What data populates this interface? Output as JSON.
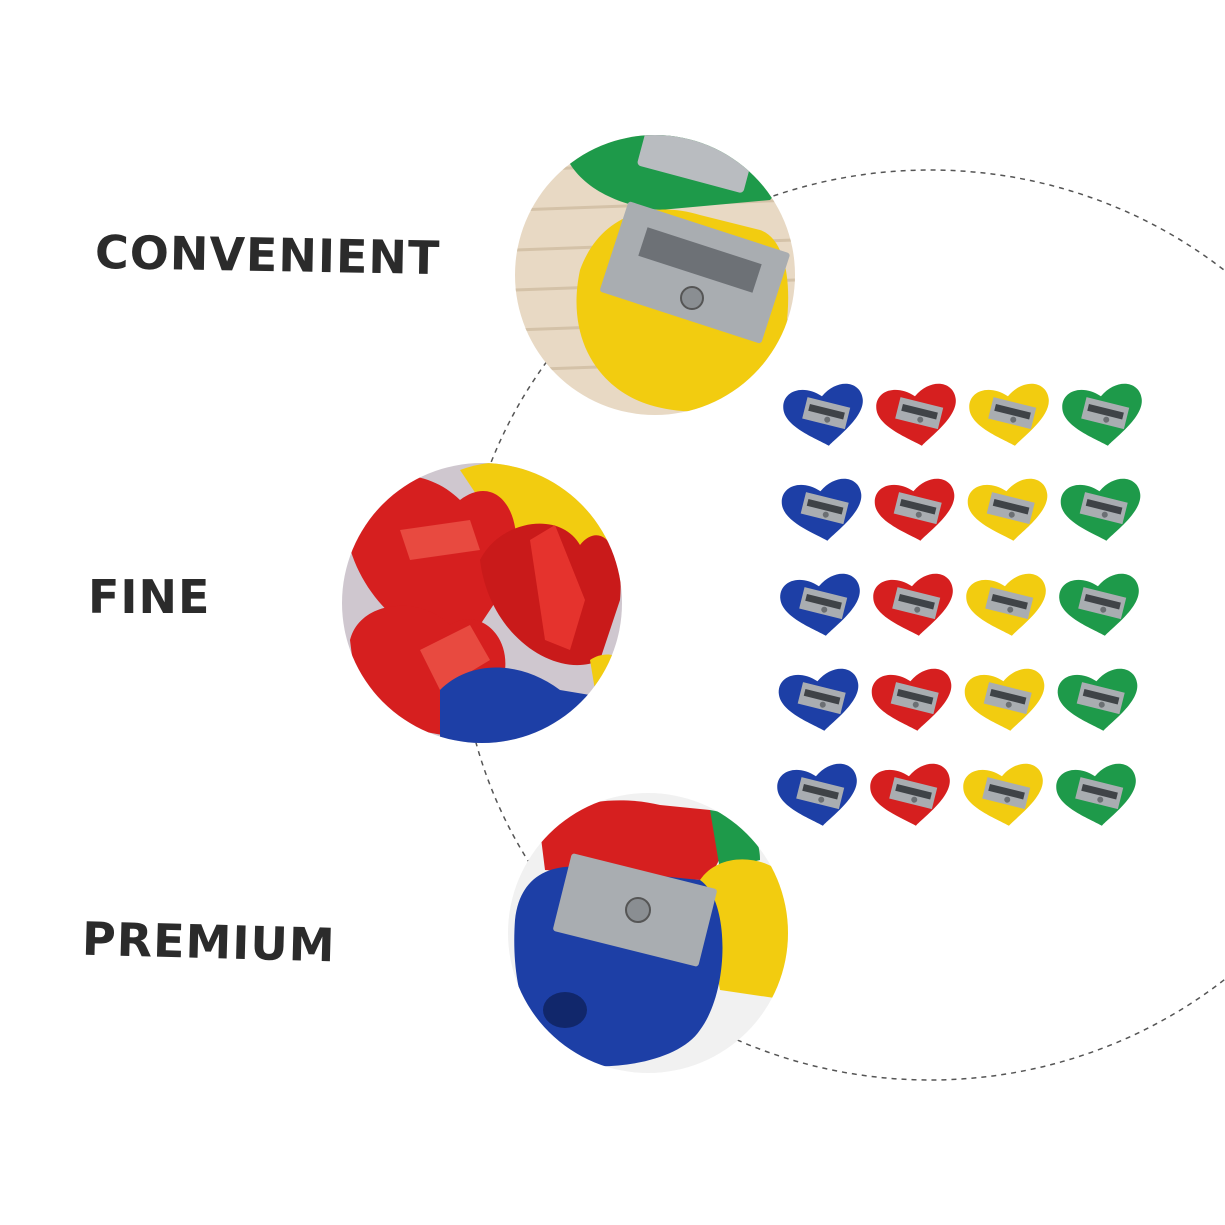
{
  "labels": {
    "convenient": "CONVENIENT",
    "fine": "FINE",
    "premium": "PREMIUM"
  },
  "colors": {
    "blue": "#1d3fa6",
    "red": "#d61f1f",
    "yellow": "#f2cc10",
    "green": "#1e9a4a",
    "blade": "#a9adb1",
    "text": "#2b2b2b"
  },
  "grid": {
    "rows": 5,
    "columns": [
      "blue",
      "red",
      "yellow",
      "green"
    ]
  }
}
